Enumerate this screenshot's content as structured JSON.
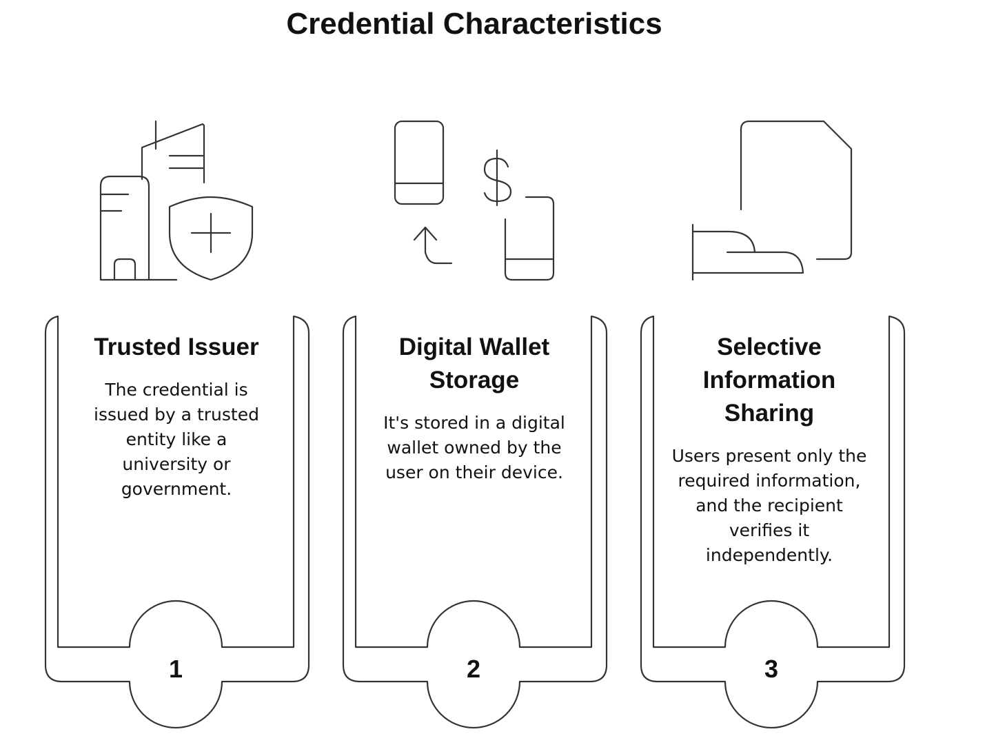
{
  "title": "Credential Characteristics",
  "cards": [
    {
      "number": "1",
      "title": "Trusted Issuer",
      "description": "The credential is issued by a trusted entity like a university or government.",
      "icon": "building-shield-icon"
    },
    {
      "number": "2",
      "title": "Digital Wallet Storage",
      "description": "It's stored in a digital wallet owned by the user on their device.",
      "icon": "phone-transfer-dollar-icon"
    },
    {
      "number": "3",
      "title": "Selective Information Sharing",
      "description": "Users present only the required information, and the recipient verifies it independently.",
      "icon": "hand-document-icon"
    }
  ],
  "colors": {
    "stroke": "#333333",
    "text": "#111111",
    "background": "#ffffff"
  }
}
